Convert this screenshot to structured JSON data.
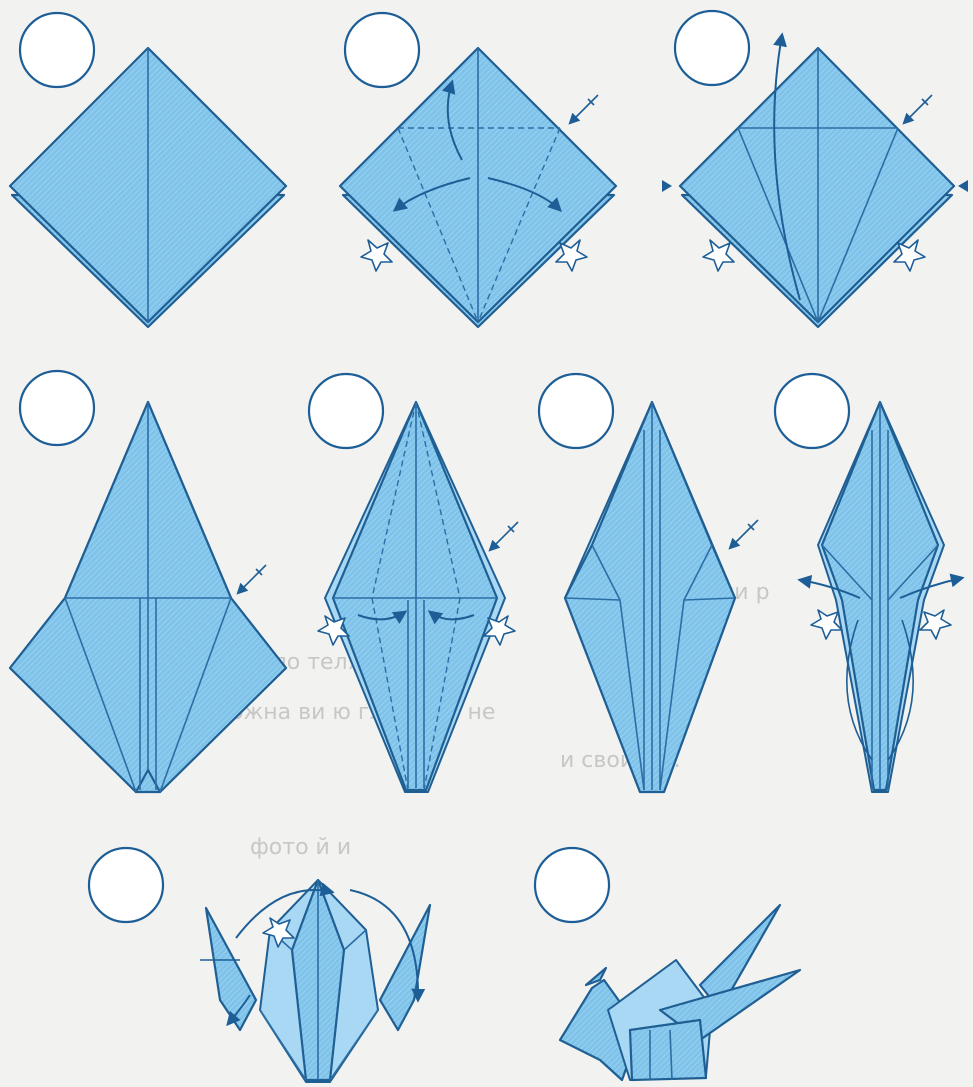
{
  "diagram": {
    "kind": "origami-crane-folding-steps",
    "step_count": 9,
    "colors": {
      "paper_fill": "#7fc3ea",
      "paper_fill_light": "#a9d8f4",
      "outline": "#1f5f93",
      "fold_line": "#2b6ea6",
      "arrow": "#1e5e97",
      "step_circle": "#1e5e97",
      "page_background": "#f2f2f0",
      "bleed_through_text": "#b9b9b9"
    },
    "steps": [
      {
        "shape": "square-base",
        "marks": []
      },
      {
        "shape": "square-base",
        "marks": [
          "dashed-fold-lines",
          "fold-arrows",
          "cut-arrow-icon",
          "star-icons"
        ]
      },
      {
        "shape": "square-base",
        "marks": [
          "curved-lift-arrow",
          "side-triangle-markers",
          "cut-arrow-icon",
          "star-icons"
        ]
      },
      {
        "shape": "bird-base",
        "marks": [
          "cut-arrow-icon"
        ]
      },
      {
        "shape": "bird-base-narrowed",
        "marks": [
          "dashed-fold-lines",
          "fold-arrows",
          "star-icons",
          "cut-arrow-icon"
        ]
      },
      {
        "shape": "bird-base-folded",
        "marks": [
          "cut-arrow-icon"
        ]
      },
      {
        "shape": "narrow-diamond",
        "marks": [
          "fold-arrows",
          "star-icons"
        ]
      },
      {
        "shape": "crane-legs-up",
        "marks": [
          "curved-fold-arrows",
          "star-icon"
        ]
      },
      {
        "shape": "finished-crane",
        "marks": []
      }
    ]
  },
  "bleed_through": {
    "lines": [
      "ии р",
      "куп ло  телям и   ой    и  и",
      "  ожна ви  ю   гл  ину    и, не  ",
      "   и свой   ды.",
      "  фото     й       и"
    ]
  }
}
